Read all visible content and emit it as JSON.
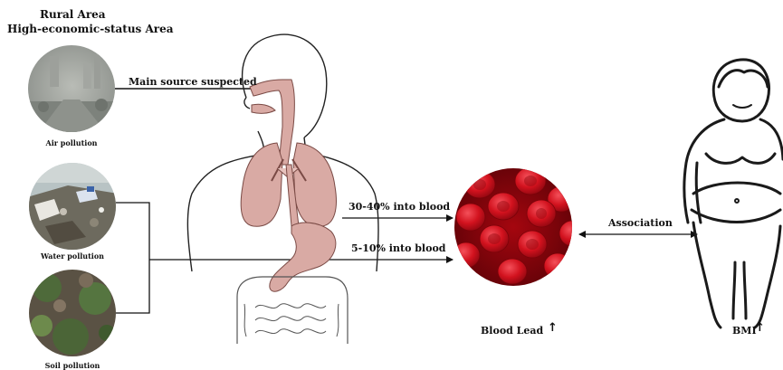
{
  "header": {
    "line1": "Rural Area",
    "line2": "High-economic-status Area"
  },
  "sources": [
    {
      "caption": "Air pollution",
      "icon": "smog-photo-icon"
    },
    {
      "caption": "Water pollution",
      "icon": "polluted-water-photo-icon"
    },
    {
      "caption": "Soil pollution",
      "icon": "soil-photo-icon"
    }
  ],
  "labels": {
    "main_source": "Main source suspected",
    "into_blood_lung": "30-40% into blood",
    "into_blood_gut": "5-10% into blood",
    "association": "Association",
    "blood_lead": "Blood Lead",
    "bmi": "BMI",
    "increase_symbol": "↑"
  },
  "colors": {
    "organ_fill": "#d9aaa4",
    "organ_stroke": "#7a4a45",
    "blood_red": "#c8101a",
    "line": "#111111"
  }
}
